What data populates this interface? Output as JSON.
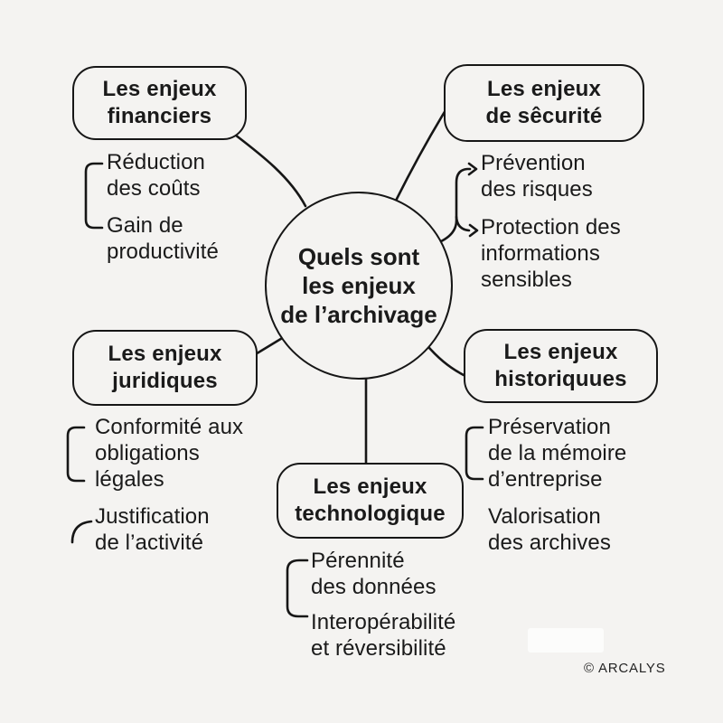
{
  "credit": "© ARCALYS",
  "center": {
    "text": "Quels sont\nles enjeux\nde l’archivage"
  },
  "nodes": {
    "financiers": {
      "title": "Les enjeux\nfinanciers",
      "items": [
        "Réduction\ndes coûts",
        "Gain de\nproductivité"
      ]
    },
    "securite": {
      "title": "Les enjeux\nde sêcurité",
      "items": [
        "Prévention\ndes risques",
        "Protection des\ninformations\nsensibles"
      ]
    },
    "juridiques": {
      "title": "Les enjeux\njuridiques",
      "items": [
        "Conformité aux\nobligations\nlégales",
        "Justification\nde l’activité"
      ]
    },
    "historiques": {
      "title": "Les enjeux\nhistoriquues",
      "items": [
        "Préservation\nde la mémoire\nd’entreprise",
        "Valorisation\ndes archives"
      ]
    },
    "technologique": {
      "title": "Les enjeux\ntechnologique",
      "items": [
        "Pérennité\ndes données",
        "Interopérabilité\net réversibilité"
      ]
    }
  },
  "colors": {
    "ink": "#161616",
    "background": "#f4f3f1"
  }
}
